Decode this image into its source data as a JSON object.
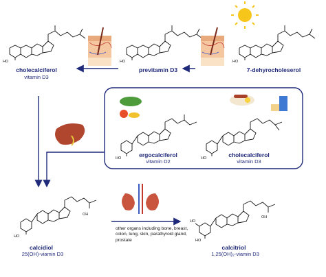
{
  "molecules": {
    "cholecalciferol_top": {
      "name": "cholecalciferol",
      "sub": "vitamin D3"
    },
    "previtamin": {
      "name": "previtamin D3"
    },
    "dehydro": {
      "name": "7-dehyrocholeserol"
    },
    "ergo": {
      "name": "ergocalciferol",
      "sub": "vitamin D2"
    },
    "chole_box": {
      "name": "cholecalciferol",
      "sub": "vitamin D3"
    },
    "calcidiol": {
      "name": "calcidiol",
      "sub": "25(OH)-viamin  D3"
    },
    "calcitriol": {
      "name": "calcitriol",
      "sub": "1,25(OH)₂-viamin  D3"
    }
  },
  "organs_note": "other organs including bone,  breast,  colon, lung, skin, parathyroid gland, prostate",
  "groups": {
    "ho": "HO",
    "oh": "OH"
  },
  "colors": {
    "arrow": "#1f2a7a",
    "label": "#1f2a7a",
    "skin": "#f4c7a1",
    "liver": "#b0462e",
    "kidney": "#c9553e",
    "sun": "#f7c61a"
  },
  "icons": [
    "sun-icon",
    "skin-section-icon",
    "liver-icon",
    "kidney-icon",
    "vegetables-icon",
    "breakfast-icon",
    "milk-icon"
  ]
}
